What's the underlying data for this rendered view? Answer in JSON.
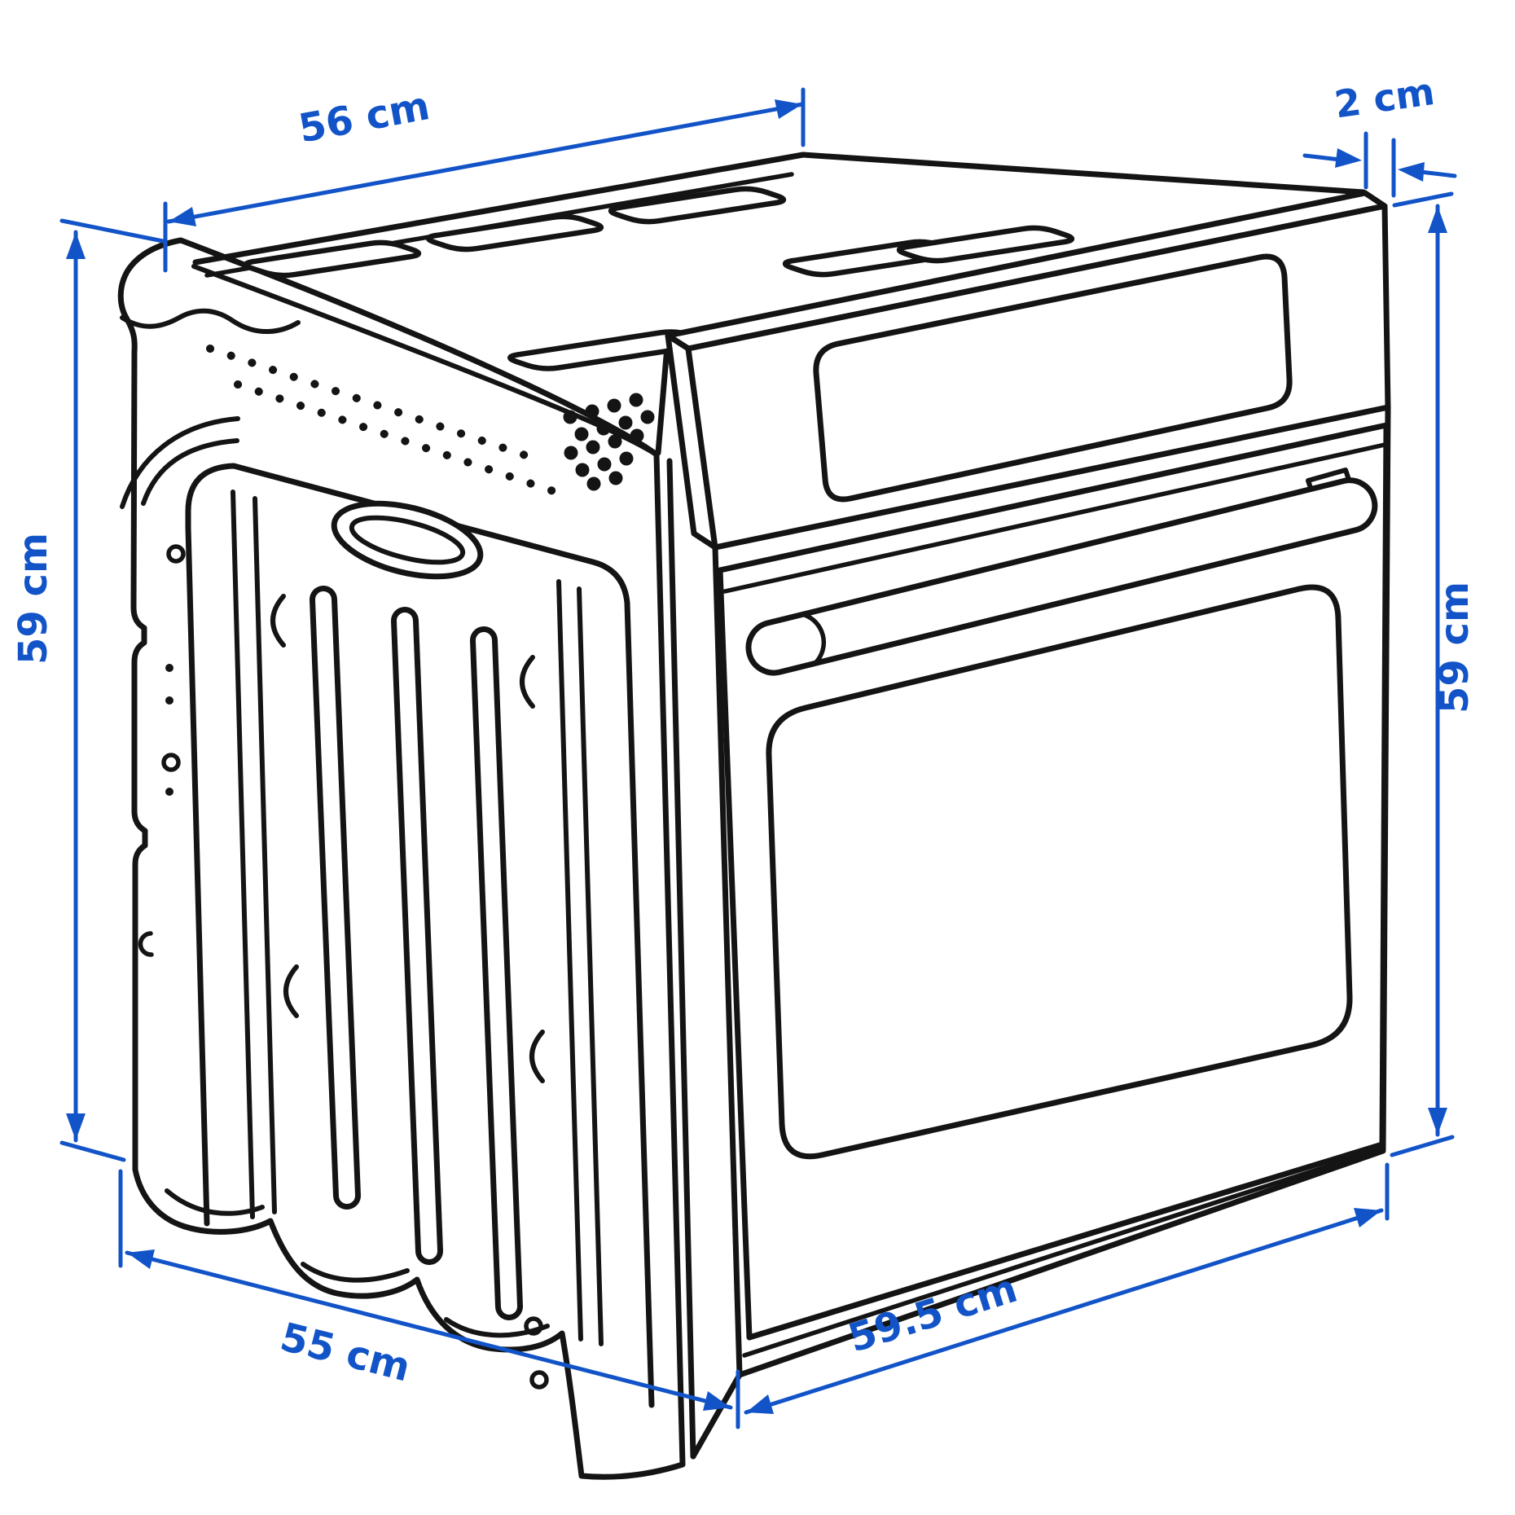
{
  "diagram": {
    "type": "product-dimension-illustration",
    "subject": "built-in oven line drawing",
    "colors": {
      "dimension_blue": "#1254C8",
      "line_black": "#141414",
      "background": "#FFFFFF"
    },
    "dimensions": {
      "top_width": {
        "label": "56 cm"
      },
      "panel_overhang": {
        "label": "2 cm"
      },
      "height_left": {
        "label": "59 cm"
      },
      "height_right": {
        "label": "59 cm"
      },
      "depth": {
        "label": "55 cm"
      },
      "front_width": {
        "label": "59.5 cm"
      }
    }
  }
}
